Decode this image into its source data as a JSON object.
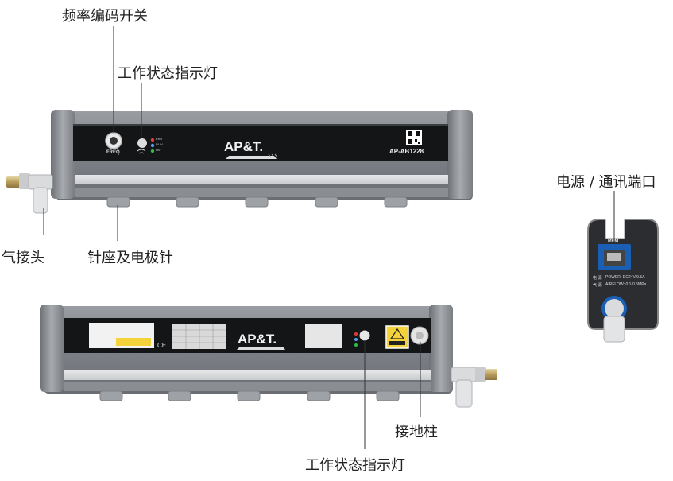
{
  "callouts": {
    "freq_switch": "频率编码开关",
    "status_light_top": "工作状态指示灯",
    "air_connector": "气接头",
    "pin_seat": "针座及电极针",
    "power_port": "电源 / 通讯端口",
    "ground_post": "接地柱",
    "status_light_bottom": "工作状态指示灯"
  },
  "front_panel": {
    "brand": "AP&T.",
    "model": "AP-AB1228",
    "freq_label": "FREQ",
    "led_labels": [
      "ERR",
      "RUN",
      "HV"
    ]
  },
  "back_panel": {
    "brand": "AP&T."
  },
  "end_cap": {
    "port_label": "REM",
    "power_line_cn": "电 源",
    "power_line": "POWER:  DC24V/0.5A",
    "air_line_cn": "气 源",
    "air_line": "AIRFLOW:  0.1-0.5MPa"
  }
}
